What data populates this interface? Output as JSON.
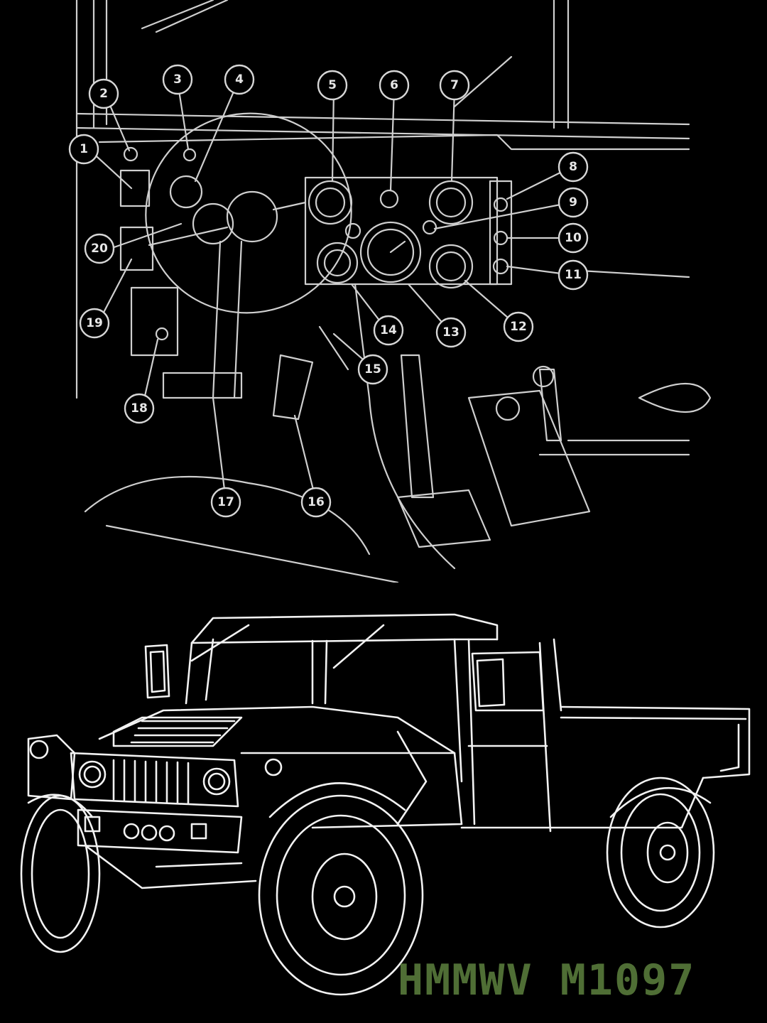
{
  "diagram": {
    "callouts": [
      {
        "label": "1"
      },
      {
        "label": "2"
      },
      {
        "label": "3"
      },
      {
        "label": "4"
      },
      {
        "label": "5"
      },
      {
        "label": "6"
      },
      {
        "label": "7"
      },
      {
        "label": "8"
      },
      {
        "label": "9"
      },
      {
        "label": "10"
      },
      {
        "label": "11"
      },
      {
        "label": "12"
      },
      {
        "label": "13"
      },
      {
        "label": "14"
      },
      {
        "label": "15"
      },
      {
        "label": "16"
      },
      {
        "label": "17"
      },
      {
        "label": "18"
      },
      {
        "label": "19"
      },
      {
        "label": "20"
      }
    ]
  },
  "vehicle": {
    "title": "HMMWV M1097"
  },
  "colors": {
    "background": "#000000",
    "line_art": "#cfcfcf",
    "title": "#4f6e35"
  }
}
